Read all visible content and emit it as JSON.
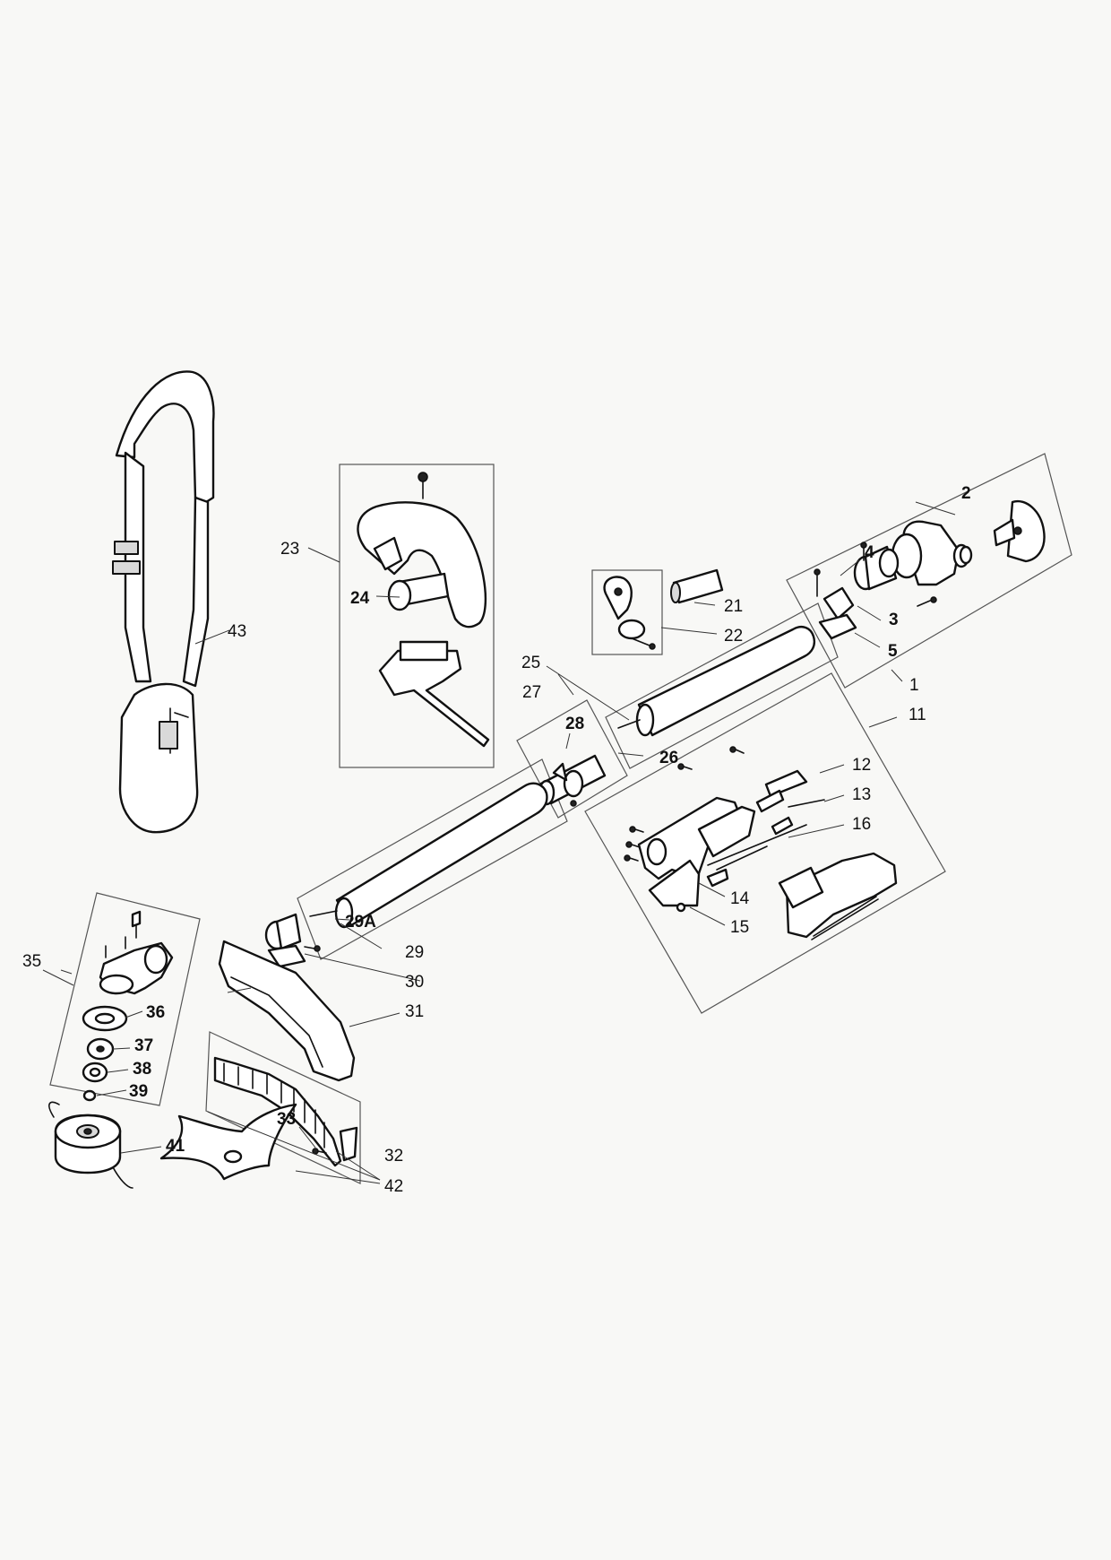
{
  "callouts": {
    "c1": "1",
    "c2": "2",
    "c3": "3",
    "c4": "4",
    "c5": "5",
    "c11": "11",
    "c12": "12",
    "c13": "13",
    "c14": "14",
    "c15": "15",
    "c16": "16",
    "c21": "21",
    "c22": "22",
    "c23": "23",
    "c24": "24",
    "c25": "25",
    "c26": "26",
    "c27": "27",
    "c28": "28",
    "c29": "29",
    "c29a": "29A",
    "c30": "30",
    "c31": "31",
    "c32": "32",
    "c33": "33",
    "c35": "35",
    "c36": "36",
    "c37": "37",
    "c38": "38",
    "c39": "39",
    "c41": "41",
    "c42": "42",
    "c43": "43"
  }
}
